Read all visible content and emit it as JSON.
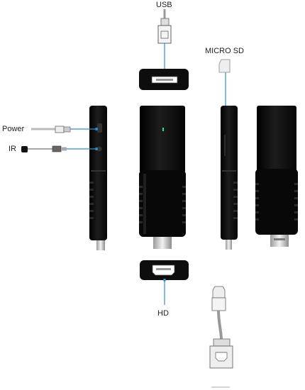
{
  "labels": {
    "usb": "USB",
    "micro_sd": "MICRO SD",
    "power": "Power",
    "ir": "IR",
    "hd": "HD"
  },
  "colors": {
    "leader_line": "#2f8fc8",
    "device_body": "#0d0d0d",
    "device_highlight": "#2a2a2a",
    "led": "#3ddc84"
  }
}
